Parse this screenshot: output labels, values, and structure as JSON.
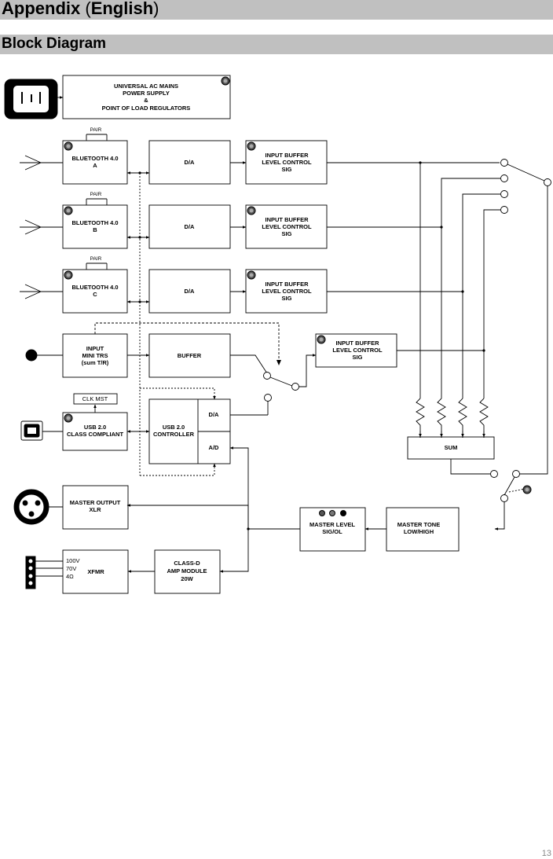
{
  "header": {
    "title_main": "Appendix",
    "title_paren": "English"
  },
  "section": {
    "title": "Block Diagram"
  },
  "blocks": {
    "power_supply": [
      "UNIVERSAL AC MAINS",
      "POWER SUPPLY",
      "&",
      "POINT OF LOAD REGULATORS"
    ],
    "bt_a": [
      "BLUETOOTH 4.0",
      "A"
    ],
    "bt_b": [
      "BLUETOOTH 4.0",
      "B"
    ],
    "bt_c": [
      "BLUETOOTH 4.0",
      "C"
    ],
    "da": "D/A",
    "input_buffer": [
      "INPUT BUFFER",
      "LEVEL CONTROL",
      "SIG"
    ],
    "pair": "PAIR",
    "mini_trs": [
      "INPUT",
      "MINI TRS",
      "(sum T/R)"
    ],
    "buffer": "BUFFER",
    "clk_mst": "CLK MST",
    "usb_class": [
      "USB 2.0",
      "CLASS COMPLIANT"
    ],
    "usb_controller": [
      "USB 2.0",
      "CONTROLLER"
    ],
    "ad": "A/D",
    "sum": "SUM",
    "master_output": [
      "MASTER OUTPUT",
      "XLR"
    ],
    "master_level": [
      "MASTER LEVEL",
      "SIG/OL"
    ],
    "master_tone": [
      "MASTER TONE",
      "LOW/HIGH"
    ],
    "xfmr": "XFMR",
    "xfmr_taps": [
      "100V",
      "70V",
      "4Ω"
    ],
    "class_d": [
      "CLASS-D",
      "AMP MODULE",
      "20W"
    ]
  },
  "page_number": "13"
}
